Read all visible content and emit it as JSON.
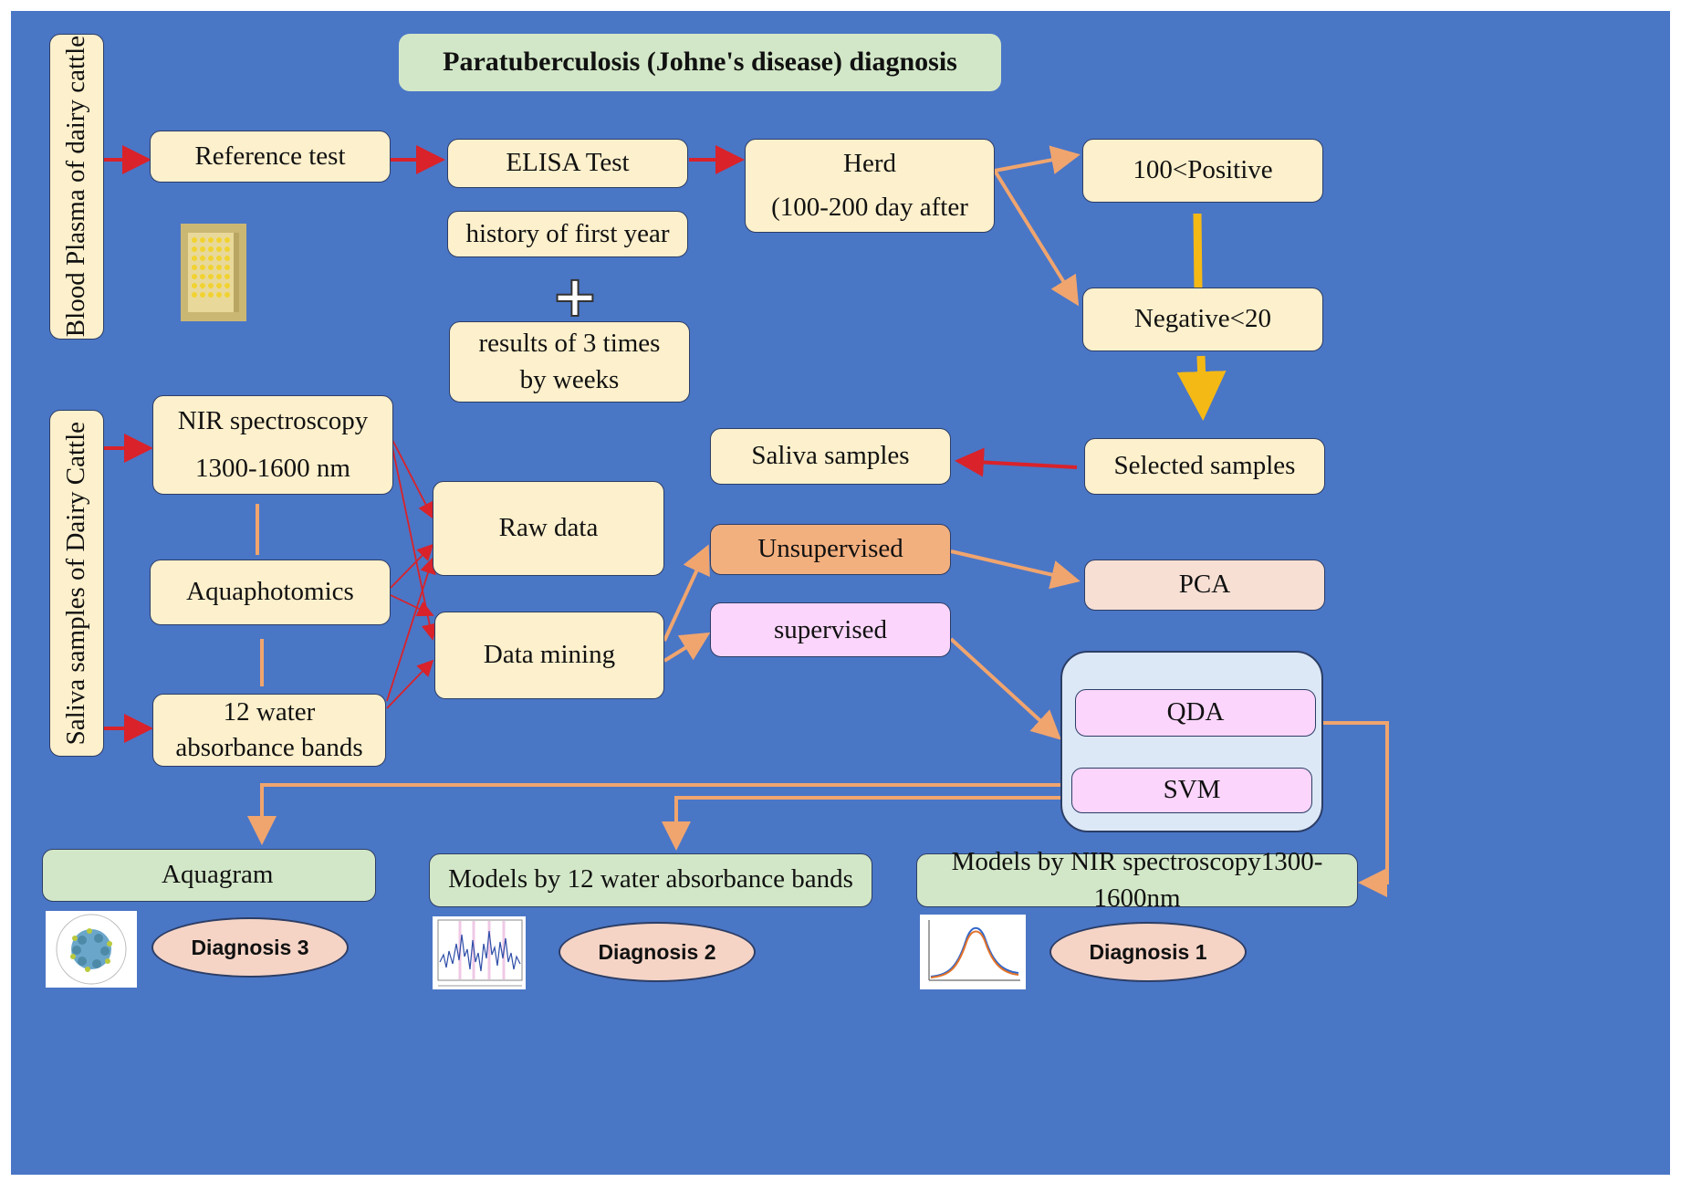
{
  "title": "Paratuberculosis (Johne's disease) diagnosis",
  "left_labels": {
    "blood": "Blood Plasma of dairy cattle",
    "saliva": "Saliva samples of Dairy Cattle"
  },
  "boxes": {
    "reference_test": "Reference test",
    "elisa_test": "ELISA Test",
    "history": "history of first year",
    "results": "results of 3 times by weeks",
    "herd_line1": "Herd",
    "herd_line2": "(100-200 day after",
    "positive": "100<Positive",
    "negative": "Negative<20",
    "selected": "Selected samples",
    "saliva": "Saliva samples",
    "nir_line1": "NIR spectroscopy",
    "nir_line2": "1300-1600 nm",
    "aquaphotomics": "Aquaphotomics",
    "water_bands": "12 water absorbance bands",
    "raw_data": "Raw data",
    "data_mining": "Data mining",
    "unsupervised": "Unsupervised",
    "supervised": "supervised",
    "pca": "PCA",
    "qda": "QDA",
    "svm": "SVM"
  },
  "outputs": {
    "aquagram": "Aquagram",
    "models_water": "Models by 12 water absorbance bands",
    "models_nir": "Models by NIR spectroscopy1300-1600nm"
  },
  "diagnoses": {
    "d3": "Diagnosis 3",
    "d2": "Diagnosis 2",
    "d1": "Diagnosis 1"
  },
  "colors": {
    "background": "#4a76c6",
    "red_arrow": "#d9222a",
    "orange_arrow": "#f0a56e",
    "yellow_arrow": "#f5b915"
  }
}
